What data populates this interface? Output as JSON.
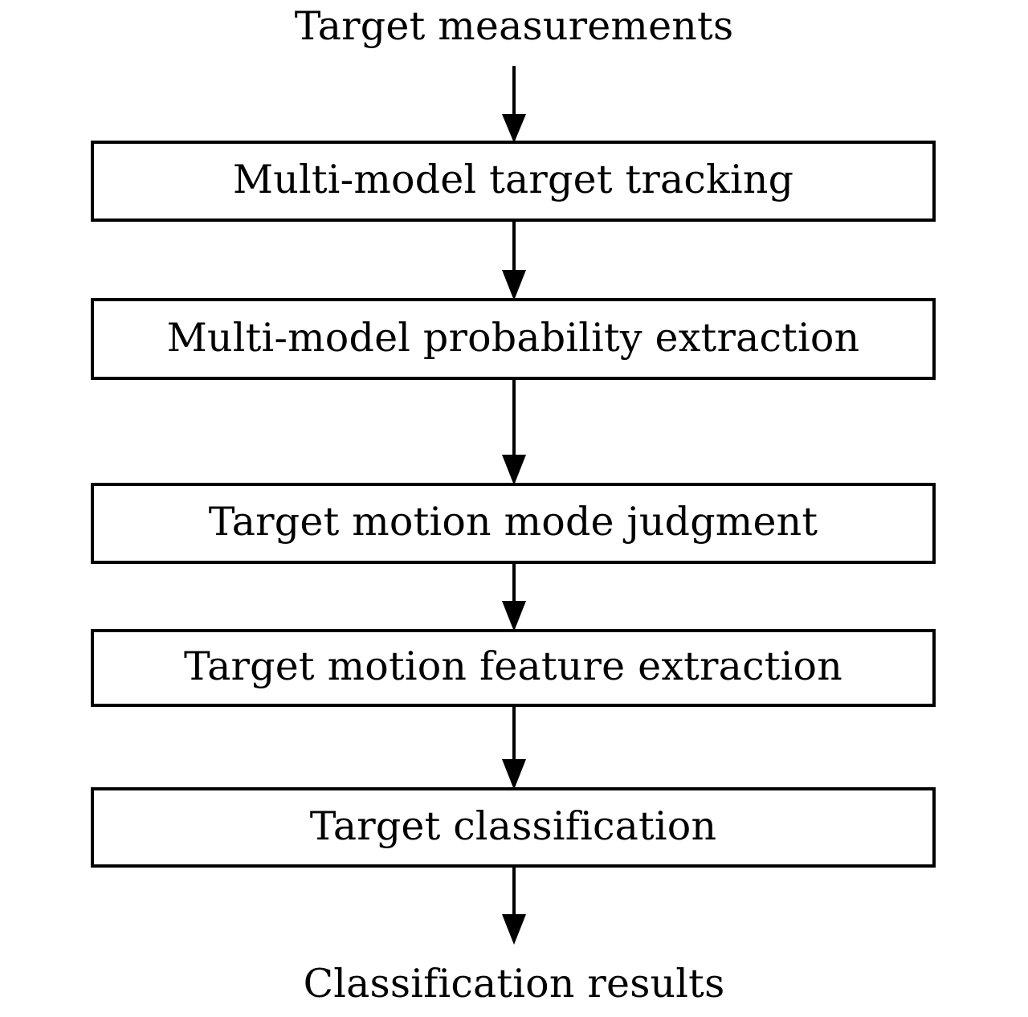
{
  "diagram": {
    "type": "flowchart",
    "orientation": "top-to-bottom",
    "background_color": "#ffffff",
    "line_color": "#000000",
    "text_color": "#000000",
    "input_label": "Target measurements",
    "output_label": "Classification results",
    "steps": [
      {
        "label": "Multi-model target tracking"
      },
      {
        "label": "Multi-model probability extraction"
      },
      {
        "label": "Target motion mode judgment"
      },
      {
        "label": "Target motion feature extraction"
      },
      {
        "label": "Target classification"
      }
    ],
    "connectors": [
      {
        "name": "arrow-input-to-step-1",
        "icon": "down-arrow-icon"
      },
      {
        "name": "arrow-step-1-to-step-2",
        "icon": "down-arrow-icon"
      },
      {
        "name": "arrow-step-2-to-step-3",
        "icon": "down-arrow-icon"
      },
      {
        "name": "arrow-step-3-to-step-4",
        "icon": "down-arrow-icon"
      },
      {
        "name": "arrow-step-4-to-step-5",
        "icon": "down-arrow-icon"
      },
      {
        "name": "arrow-step-5-to-output",
        "icon": "down-arrow-icon"
      }
    ]
  }
}
